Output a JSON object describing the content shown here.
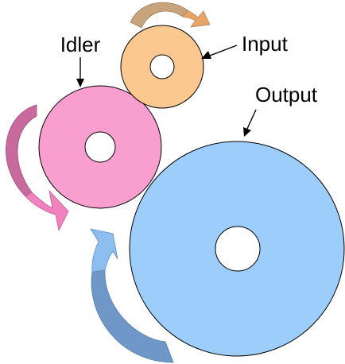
{
  "diagram": {
    "labels": {
      "idler": "Idler",
      "input": "Input",
      "output": "Output"
    },
    "gears": {
      "input": {
        "role": "Input",
        "color": "#FBC990"
      },
      "idler": {
        "role": "Idler",
        "color": "#F99FCF"
      },
      "output": {
        "role": "Output",
        "color": "#9DCDFA"
      }
    },
    "rotation_arrows": {
      "input": {
        "color_tail": "#C9A37C",
        "color_head": "#E8A56A",
        "icon": "curved-arrow-icon"
      },
      "idler": {
        "color_tail": "#C86A9E",
        "color_head": "#F182BE",
        "icon": "curved-arrow-icon"
      },
      "output": {
        "color_tail": "#6F98C8",
        "color_head": "#8EBEF0",
        "icon": "curved-arrow-icon"
      }
    },
    "colors": {
      "outline": "#000000",
      "hub": "#ffffff",
      "background": "#ffffff"
    }
  }
}
